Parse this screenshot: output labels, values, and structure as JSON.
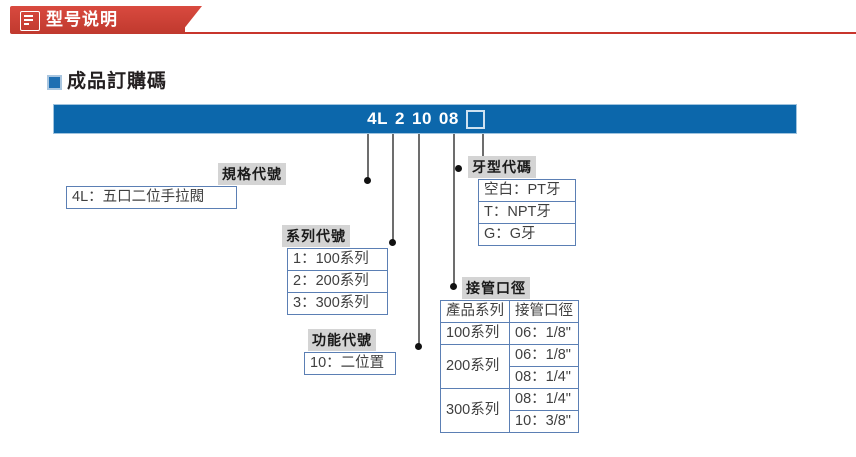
{
  "header": {
    "title": "型号说明",
    "icon": "document-lines-icon",
    "accent_color": "#c0392e"
  },
  "section": {
    "title": "成品訂購碼",
    "bullet_color": "#1f6fb2"
  },
  "code_bar": {
    "background_color": "#0c67ab",
    "segments": [
      "4L",
      "2",
      "10",
      "08"
    ],
    "blank_placeholder": "□"
  },
  "callouts": {
    "spec": {
      "label": "規格代號",
      "rows": [
        "4L：五口二位手拉閥"
      ]
    },
    "series": {
      "label": "系列代號",
      "rows": [
        "1：100系列",
        "2：200系列",
        "3：300系列"
      ]
    },
    "function": {
      "label": "功能代號",
      "rows": [
        "10：二位置"
      ]
    },
    "thread": {
      "label": "牙型代碼",
      "rows": [
        "空白：PT牙",
        "T：NPT牙",
        "G：G牙"
      ]
    },
    "port": {
      "label": "接管口徑",
      "table": {
        "headers": [
          "產品系列",
          "接管口徑"
        ],
        "groups": [
          {
            "series": "100系列",
            "sizes": [
              "06：1/8\""
            ]
          },
          {
            "series": "200系列",
            "sizes": [
              "06：1/8\"",
              "08：1/4\""
            ]
          },
          {
            "series": "300系列",
            "sizes": [
              "08：1/4\"",
              "10：3/8\""
            ]
          }
        ]
      }
    }
  }
}
